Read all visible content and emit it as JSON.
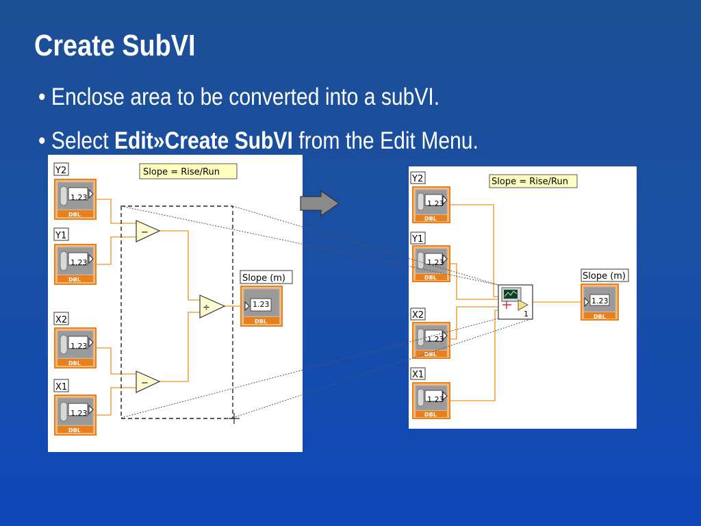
{
  "slide": {
    "title": "Create SubVI",
    "bullets": [
      {
        "marker": "•",
        "text": "Enclose area to be converted into a subVI."
      },
      {
        "marker": "•",
        "prefix": "Select ",
        "bold": "Edit»Create SubVI",
        "suffix": " from the Edit Menu."
      }
    ]
  },
  "diagram_left": {
    "comment": "Slope = Rise/Run",
    "controls": [
      {
        "label": "Y2",
        "value": "1.23",
        "type": "DBL"
      },
      {
        "label": "Y1",
        "value": "1.23",
        "type": "DBL"
      },
      {
        "label": "X2",
        "value": "1.23",
        "type": "DBL"
      },
      {
        "label": "X1",
        "value": "1.23",
        "type": "DBL"
      }
    ],
    "indicator": {
      "label": "Slope (m)",
      "value": "1.23",
      "type": "DBL"
    },
    "operators": {
      "subtract": "−",
      "divide": "÷"
    }
  },
  "diagram_right": {
    "comment": "Slope = Rise/Run",
    "controls": [
      {
        "label": "Y2",
        "value": "1.23",
        "type": "DBL"
      },
      {
        "label": "Y1",
        "value": "1.23",
        "type": "DBL"
      },
      {
        "label": "X2",
        "value": "1.23",
        "type": "DBL"
      },
      {
        "label": "X1",
        "value": "1.23",
        "type": "DBL"
      }
    ],
    "indicator": {
      "label": "Slope (m)",
      "value": "1.23",
      "type": "DBL"
    },
    "subvi": {
      "number": "1",
      "icon": "subvi-icon"
    }
  },
  "colors": {
    "background": "#1a4fa5",
    "wire": "#f0a448",
    "terminal_border": "#e8801e",
    "arrow": "#888888"
  }
}
